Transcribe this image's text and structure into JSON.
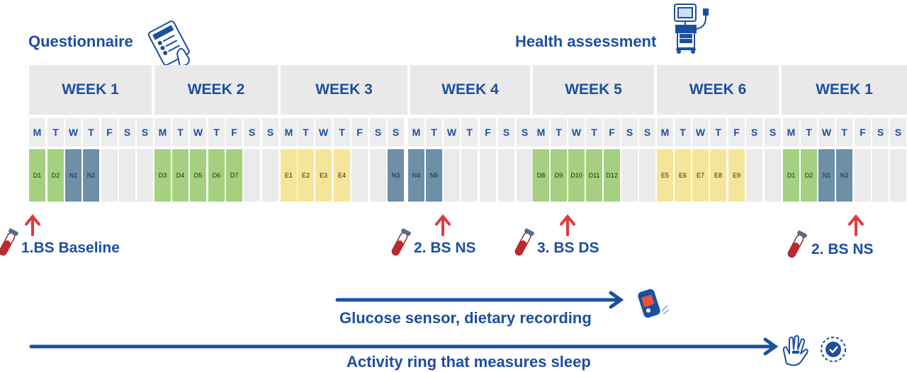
{
  "header": {
    "questionnaire": "Questionnaire",
    "health_assessment": "Health assessment"
  },
  "weeks": [
    "WEEK 1",
    "WEEK 2",
    "WEEK 3",
    "WEEK 4",
    "WEEK 5",
    "WEEK 6",
    "WEEK 1"
  ],
  "day_letters": [
    "M",
    "T",
    "W",
    "T",
    "F",
    "S",
    "S"
  ],
  "days": [
    [
      "D1",
      "D2",
      "N1",
      "N2",
      "",
      "",
      ""
    ],
    [
      "D3",
      "D4",
      "D5",
      "D6",
      "D7",
      "",
      ""
    ],
    [
      "E1",
      "E2",
      "E3",
      "E4",
      "",
      "",
      "N3"
    ],
    [
      "N4",
      "N5",
      "",
      "",
      "",
      "",
      ""
    ],
    [
      "D8",
      "D9",
      "D10",
      "D11",
      "D12",
      "",
      ""
    ],
    [
      "E5",
      "E6",
      "E7",
      "E8",
      "E9",
      "",
      ""
    ],
    [
      "D1",
      "D2",
      "N1",
      "N2",
      "",
      "",
      ""
    ]
  ],
  "legend_colors": {
    "day_shift": "#a4d07f",
    "night_shift": "#6d8fa7",
    "evening_shift": "#f5e598",
    "off": "#ebebeb",
    "accent": "#1c4fa0",
    "arrow": "#e03a3a"
  },
  "blood_samples": [
    {
      "label": "1.BS Baseline"
    },
    {
      "label": "2. BS NS"
    },
    {
      "label": "3. BS DS"
    },
    {
      "label": "2. BS NS"
    }
  ],
  "periods": {
    "glucose": "Glucose sensor, dietary recording",
    "activity": "Activity ring that measures sleep"
  },
  "icons": [
    "questionnaire-tablet-icon",
    "health-assessment-machine-icon",
    "blood-tube-icon",
    "glucose-sensor-icon",
    "activity-ring-icon",
    "sleep-clock-icon"
  ]
}
